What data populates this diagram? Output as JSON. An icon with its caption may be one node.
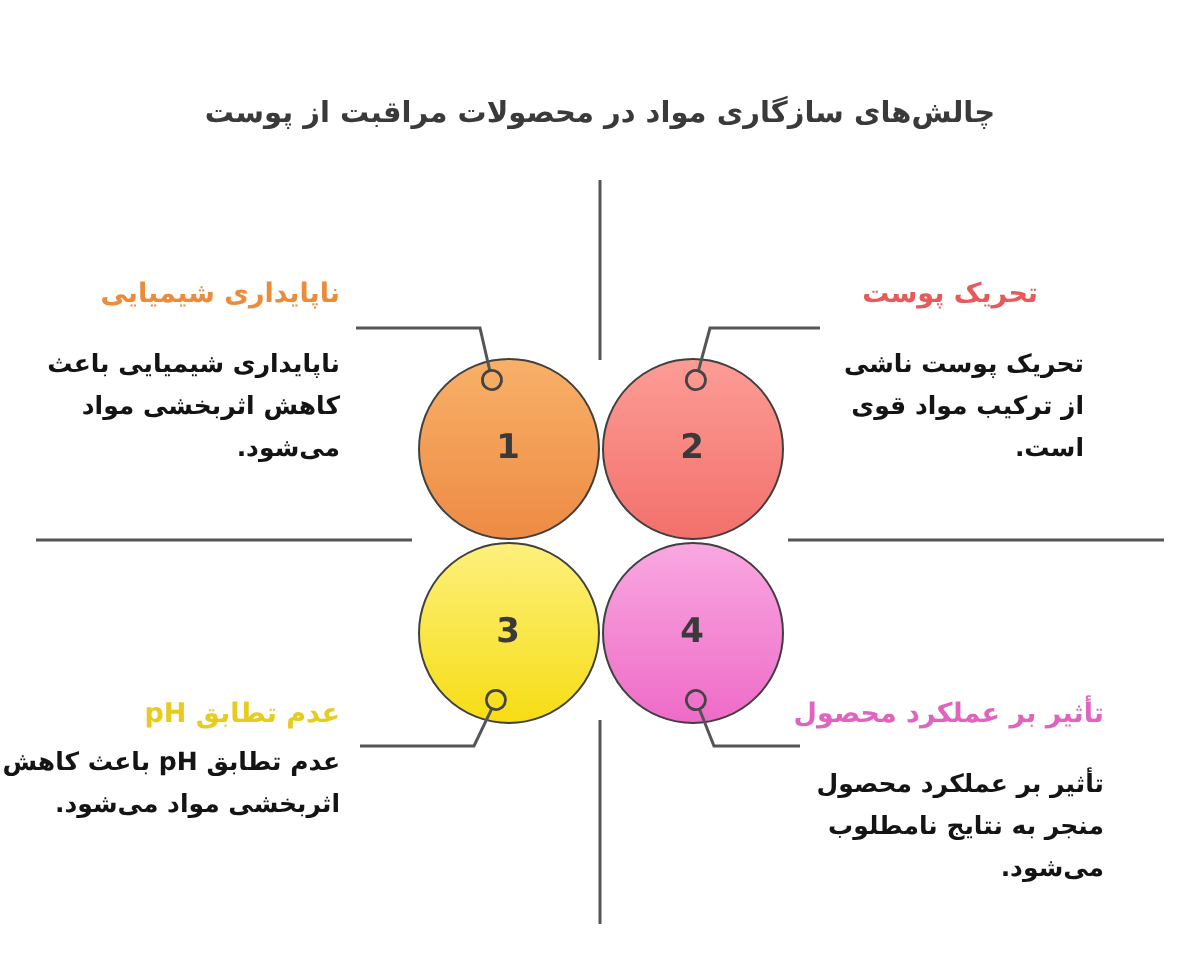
{
  "diagram": {
    "title": "چالش‌های سازگاری مواد در محصولات مراقبت از پوست",
    "nodes": [
      {
        "text": [
          "ناپایداری شیمیایی",
          "ناپایداری شیمیایی باعث کاهش اثربخشی مواد می‌شود."
        ]
      },
      {
        "text": [
          "تحریک پوست",
          "تحریک پوست ناشی از ترکیب مواد قوی است."
        ]
      },
      {
        "text": [
          "1"
        ]
      },
      {
        "text": [
          "2"
        ]
      },
      {
        "text": [
          "3"
        ]
      },
      {
        "text": [
          "4"
        ]
      },
      {
        "text": [
          "عدم تطابق pH",
          "عدم تطابق pH باعث کاهش اثربخشی مواد می‌شود."
        ]
      },
      {
        "text": [
          "تأثیر بر عملکرد محصول",
          "تأثیر بر عملکرد محصول منجر به نتایج نامطلوب می‌شود."
        ]
      }
    ],
    "edges": [
      {
        "from": 0,
        "to": 2,
        "arrow": "other"
      },
      {
        "from": 1,
        "to": 3,
        "arrow": "other"
      },
      {
        "from": 6,
        "to": 4,
        "arrow": "other"
      },
      {
        "from": 7,
        "to": 5,
        "arrow": "other"
      }
    ]
  }
}
